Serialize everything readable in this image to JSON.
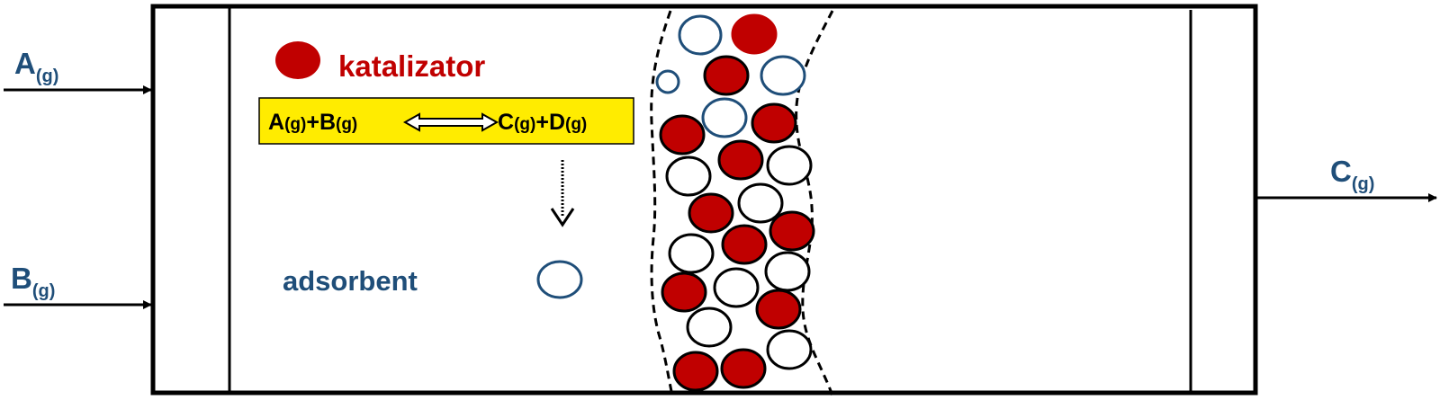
{
  "streams": {
    "inlet_a": {
      "main": "A",
      "sub": "(g)"
    },
    "inlet_b": {
      "main": "B",
      "sub": "(g)"
    },
    "outlet_c": {
      "main": "C",
      "sub": "(g)"
    }
  },
  "legend": {
    "catalyst": "katalizator",
    "adsorbent": "adsorbent"
  },
  "reaction": {
    "a": "A",
    "a_sub": "(g)",
    "plus1": "+",
    "b": "B",
    "b_sub": "(g)",
    "c": "C",
    "c_sub": "(g)",
    "plus2": "+",
    "d": "D",
    "d_sub": "(g)"
  },
  "colors": {
    "catalyst": "#c00000",
    "adsorbent_outline": "#1f4e79",
    "reaction_box": "#ffec00",
    "label_blue": "#1f4e79"
  }
}
